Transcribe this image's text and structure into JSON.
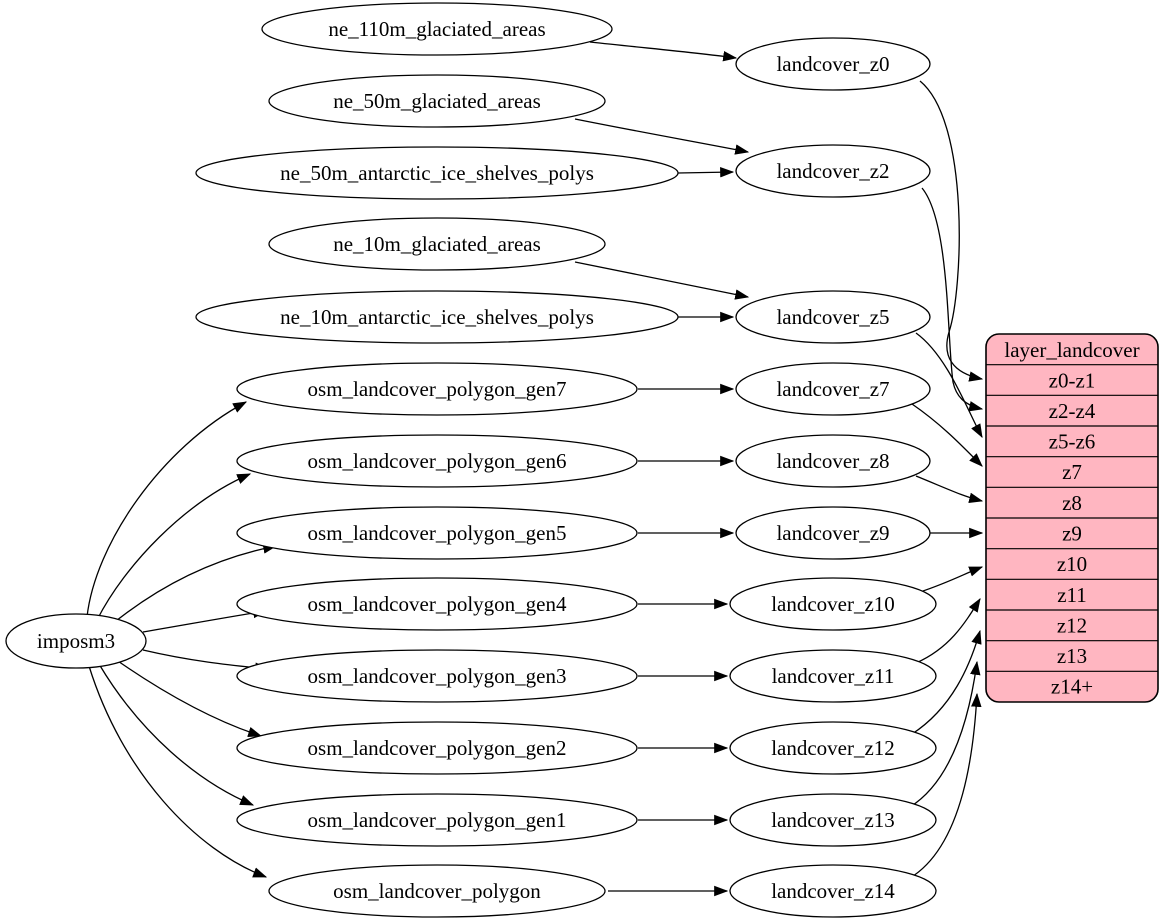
{
  "diagram": {
    "background": "#ffffff",
    "colors": {
      "node_fill": "#ffffff",
      "stroke": "#000000",
      "text": "#000000",
      "table_fill": "#ffb6c1"
    },
    "root": {
      "label": "imposm3"
    },
    "sources": [
      {
        "label": "ne_110m_glaciated_areas"
      },
      {
        "label": "ne_50m_glaciated_areas"
      },
      {
        "label": "ne_50m_antarctic_ice_shelves_polys"
      },
      {
        "label": "ne_10m_glaciated_areas"
      },
      {
        "label": "ne_10m_antarctic_ice_shelves_polys"
      },
      {
        "label": "osm_landcover_polygon_gen7"
      },
      {
        "label": "osm_landcover_polygon_gen6"
      },
      {
        "label": "osm_landcover_polygon_gen5"
      },
      {
        "label": "osm_landcover_polygon_gen4"
      },
      {
        "label": "osm_landcover_polygon_gen3"
      },
      {
        "label": "osm_landcover_polygon_gen2"
      },
      {
        "label": "osm_landcover_polygon_gen1"
      },
      {
        "label": "osm_landcover_polygon"
      }
    ],
    "stages": [
      {
        "label": "landcover_z0"
      },
      {
        "label": "landcover_z2"
      },
      {
        "label": "landcover_z5"
      },
      {
        "label": "landcover_z7"
      },
      {
        "label": "landcover_z8"
      },
      {
        "label": "landcover_z9"
      },
      {
        "label": "landcover_z10"
      },
      {
        "label": "landcover_z11"
      },
      {
        "label": "landcover_z12"
      },
      {
        "label": "landcover_z13"
      },
      {
        "label": "landcover_z14"
      }
    ],
    "table": {
      "title": "layer_landcover",
      "rows": [
        "z0-z1",
        "z2-z4",
        "z5-z6",
        "z7",
        "z8",
        "z9",
        "z10",
        "z11",
        "z12",
        "z13",
        "z14+"
      ]
    },
    "edges": [
      {
        "from": "imposm3",
        "to": "osm_landcover_polygon_gen7"
      },
      {
        "from": "imposm3",
        "to": "osm_landcover_polygon_gen6"
      },
      {
        "from": "imposm3",
        "to": "osm_landcover_polygon_gen5"
      },
      {
        "from": "imposm3",
        "to": "osm_landcover_polygon_gen4"
      },
      {
        "from": "imposm3",
        "to": "osm_landcover_polygon_gen3"
      },
      {
        "from": "imposm3",
        "to": "osm_landcover_polygon_gen2"
      },
      {
        "from": "imposm3",
        "to": "osm_landcover_polygon_gen1"
      },
      {
        "from": "imposm3",
        "to": "osm_landcover_polygon"
      },
      {
        "from": "ne_110m_glaciated_areas",
        "to": "landcover_z0"
      },
      {
        "from": "ne_50m_glaciated_areas",
        "to": "landcover_z2"
      },
      {
        "from": "ne_50m_antarctic_ice_shelves_polys",
        "to": "landcover_z2"
      },
      {
        "from": "ne_10m_glaciated_areas",
        "to": "landcover_z5"
      },
      {
        "from": "ne_10m_antarctic_ice_shelves_polys",
        "to": "landcover_z5"
      },
      {
        "from": "osm_landcover_polygon_gen7",
        "to": "landcover_z7"
      },
      {
        "from": "osm_landcover_polygon_gen6",
        "to": "landcover_z8"
      },
      {
        "from": "osm_landcover_polygon_gen5",
        "to": "landcover_z9"
      },
      {
        "from": "osm_landcover_polygon_gen4",
        "to": "landcover_z10"
      },
      {
        "from": "osm_landcover_polygon_gen3",
        "to": "landcover_z11"
      },
      {
        "from": "osm_landcover_polygon_gen2",
        "to": "landcover_z12"
      },
      {
        "from": "osm_landcover_polygon_gen1",
        "to": "landcover_z13"
      },
      {
        "from": "osm_landcover_polygon",
        "to": "landcover_z14"
      },
      {
        "from": "landcover_z0",
        "to": "layer_landcover:z0-z1"
      },
      {
        "from": "landcover_z2",
        "to": "layer_landcover:z2-z4"
      },
      {
        "from": "landcover_z5",
        "to": "layer_landcover:z5-z6"
      },
      {
        "from": "landcover_z7",
        "to": "layer_landcover:z7"
      },
      {
        "from": "landcover_z8",
        "to": "layer_landcover:z8"
      },
      {
        "from": "landcover_z9",
        "to": "layer_landcover:z9"
      },
      {
        "from": "landcover_z10",
        "to": "layer_landcover:z10"
      },
      {
        "from": "landcover_z11",
        "to": "layer_landcover:z11"
      },
      {
        "from": "landcover_z12",
        "to": "layer_landcover:z12"
      },
      {
        "from": "landcover_z13",
        "to": "layer_landcover:z13"
      },
      {
        "from": "landcover_z14",
        "to": "layer_landcover:z14+"
      }
    ]
  }
}
